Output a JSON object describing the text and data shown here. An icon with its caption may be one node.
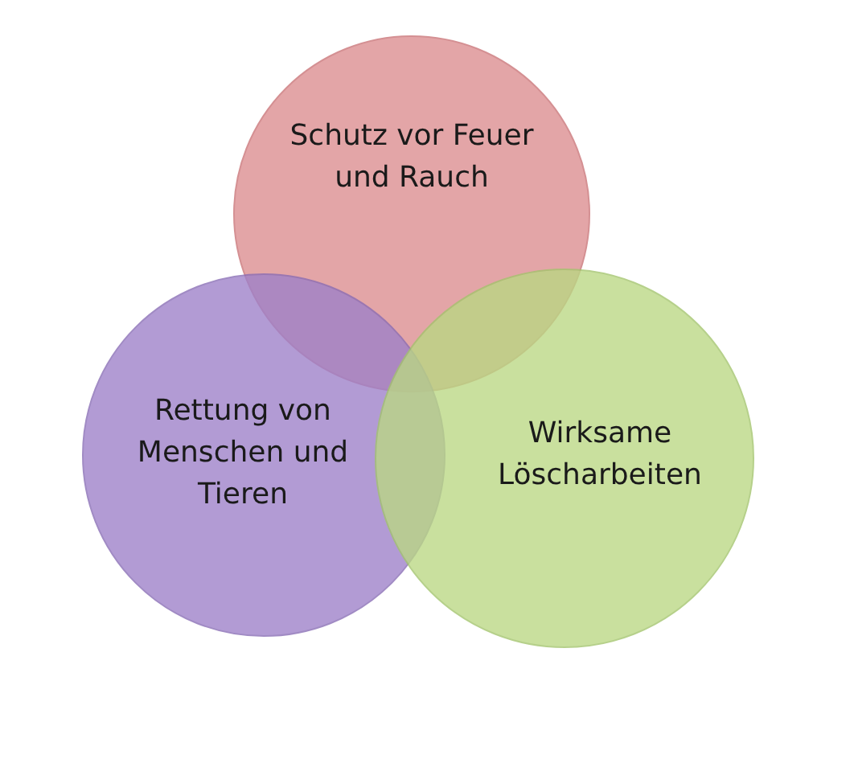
{
  "diagram": {
    "nodes": [
      {
        "text": [
          "Schutz vor Feuer und Rauch"
        ]
      },
      {
        "text": [
          "Rettung von Menschen und Tieren"
        ]
      },
      {
        "text": [
          "Wirksame Löscharbeiten"
        ]
      }
    ]
  }
}
